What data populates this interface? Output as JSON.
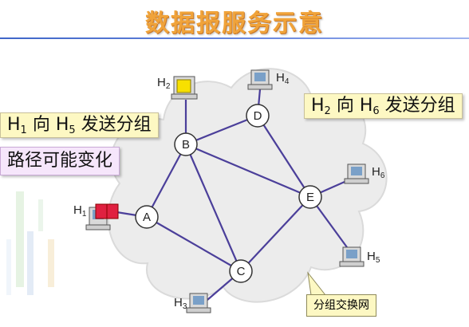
{
  "title": "数据报服务示意",
  "nodes": [
    {
      "id": "A",
      "label": "A"
    },
    {
      "id": "B",
      "label": "B"
    },
    {
      "id": "C",
      "label": "C"
    },
    {
      "id": "D",
      "label": "D"
    },
    {
      "id": "E",
      "label": "E"
    }
  ],
  "hosts": [
    {
      "id": "H1",
      "base": "H",
      "sub": "1"
    },
    {
      "id": "H2",
      "base": "H",
      "sub": "2"
    },
    {
      "id": "H3",
      "base": "H",
      "sub": "3"
    },
    {
      "id": "H4",
      "base": "H",
      "sub": "4"
    },
    {
      "id": "H5",
      "base": "H",
      "sub": "5"
    },
    {
      "id": "H6",
      "base": "H",
      "sub": "6"
    }
  ],
  "callouts": {
    "h1_to_h5": {
      "h_from": "H",
      "sub_from": "1",
      "mid": "向",
      "h_to": "H",
      "sub_to": "5",
      "tail": "发送分组"
    },
    "route_may_change": "路径可能变化",
    "h2_to_h6": {
      "h_from": "H",
      "sub_from": "2",
      "mid": "向",
      "h_to": "H",
      "sub_to": "6",
      "tail": "发送分组"
    },
    "network_label": "分组交换网"
  },
  "colors": {
    "title": "#f0a33a",
    "link": "#4b3f9a",
    "cloud": "#ececec",
    "packet_red": "#e02040",
    "packet_yellow": "#f7e000"
  }
}
